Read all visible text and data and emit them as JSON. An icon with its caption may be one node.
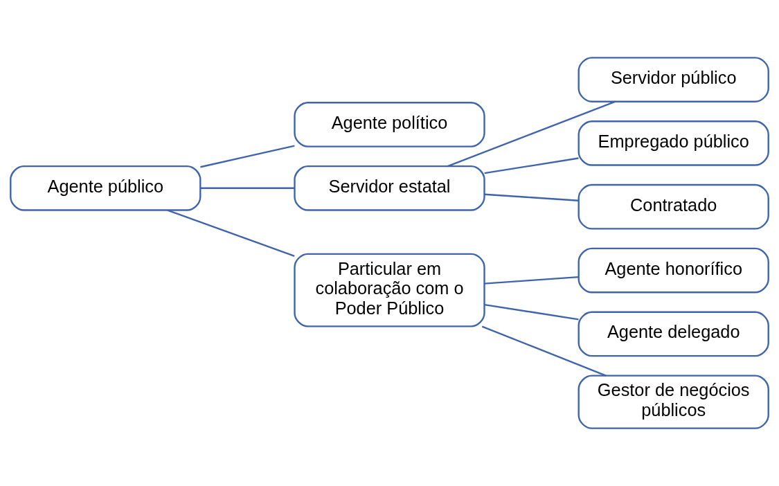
{
  "diagram": {
    "nodes": [
      {
        "text": [
          "Agente público"
        ]
      },
      {
        "text": [
          "Agente político"
        ]
      },
      {
        "text": [
          "Servidor estatal"
        ]
      },
      {
        "text": [
          "Servidor público"
        ]
      },
      {
        "text": [
          "Empregado público"
        ]
      },
      {
        "text": [
          "Contratado"
        ]
      },
      {
        "text": [
          "Particular em colaboração com o Poder Público"
        ]
      },
      {
        "text": [
          "Agente honorífico"
        ]
      },
      {
        "text": [
          "Agente delegado"
        ]
      },
      {
        "text": [
          "Gestor de negócios públicos"
        ]
      }
    ],
    "edges": [
      {
        "from": 0,
        "to": 1,
        "arrow": "none"
      },
      {
        "from": 0,
        "to": 2,
        "arrow": "none"
      },
      {
        "from": 0,
        "to": 6,
        "arrow": "none"
      },
      {
        "from": 2,
        "to": 3,
        "arrow": "none"
      },
      {
        "from": 2,
        "to": 4,
        "arrow": "none"
      },
      {
        "from": 2,
        "to": 5,
        "arrow": "none"
      },
      {
        "from": 6,
        "to": 7,
        "arrow": "none"
      },
      {
        "from": 6,
        "to": 8,
        "arrow": "none"
      },
      {
        "from": 6,
        "to": 9,
        "arrow": "none"
      }
    ]
  }
}
